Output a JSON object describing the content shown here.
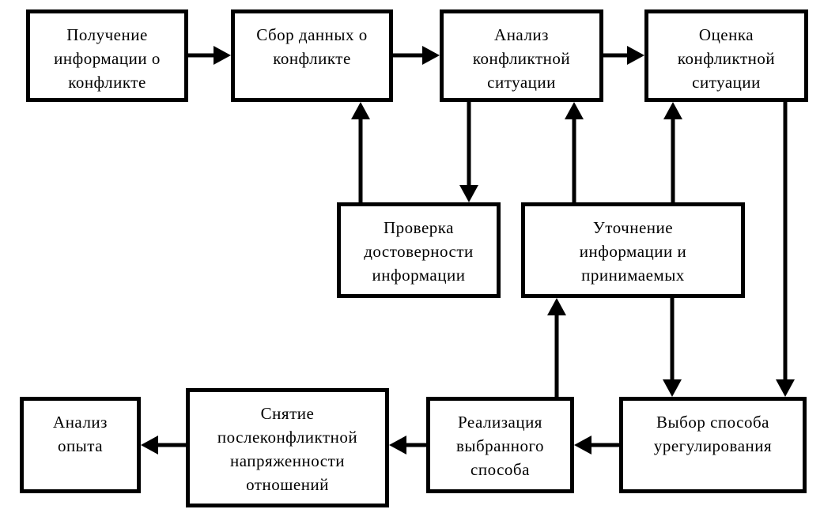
{
  "colors": {
    "stroke": "#000000",
    "fill": "#ffffff",
    "text": "#000000"
  },
  "nodes": [
    {
      "id": "receive-info",
      "lines": [
        "Получение",
        "информации о",
        "конфликте"
      ]
    },
    {
      "id": "collect-data",
      "lines": [
        "Сбор данных о",
        "конфликте"
      ]
    },
    {
      "id": "analysis",
      "lines": [
        "Анализ",
        "конфликтной",
        "ситуации"
      ]
    },
    {
      "id": "evaluation",
      "lines": [
        "Оценка",
        "конфликтной",
        "ситуации"
      ]
    },
    {
      "id": "verification",
      "lines": [
        "Проверка",
        "достоверности",
        "информации"
      ]
    },
    {
      "id": "clarification",
      "lines": [
        "Уточнение",
        "информации и",
        "принимаемых"
      ]
    },
    {
      "id": "choose-method",
      "lines": [
        "Выбор способа",
        "урегулирования"
      ]
    },
    {
      "id": "implementation",
      "lines": [
        "Реализация",
        "выбранного",
        "способа"
      ]
    },
    {
      "id": "tension-relief",
      "lines": [
        "Снятие",
        "послеконфликтной",
        "напряженности",
        "отношений"
      ]
    },
    {
      "id": "experience-analysis",
      "lines": [
        "Анализ",
        "опыта"
      ]
    }
  ],
  "edges": [
    {
      "from": "receive-info",
      "to": "collect-data"
    },
    {
      "from": "collect-data",
      "to": "analysis"
    },
    {
      "from": "analysis",
      "to": "evaluation"
    },
    {
      "from": "analysis",
      "to": "verification"
    },
    {
      "from": "verification",
      "to": "collect-data"
    },
    {
      "from": "clarification",
      "to": "analysis"
    },
    {
      "from": "clarification",
      "to": "evaluation"
    },
    {
      "from": "clarification",
      "to": "choose-method"
    },
    {
      "from": "evaluation",
      "to": "choose-method"
    },
    {
      "from": "choose-method",
      "to": "implementation"
    },
    {
      "from": "implementation",
      "to": "clarification"
    },
    {
      "from": "implementation",
      "to": "tension-relief"
    },
    {
      "from": "tension-relief",
      "to": "experience-analysis"
    }
  ]
}
